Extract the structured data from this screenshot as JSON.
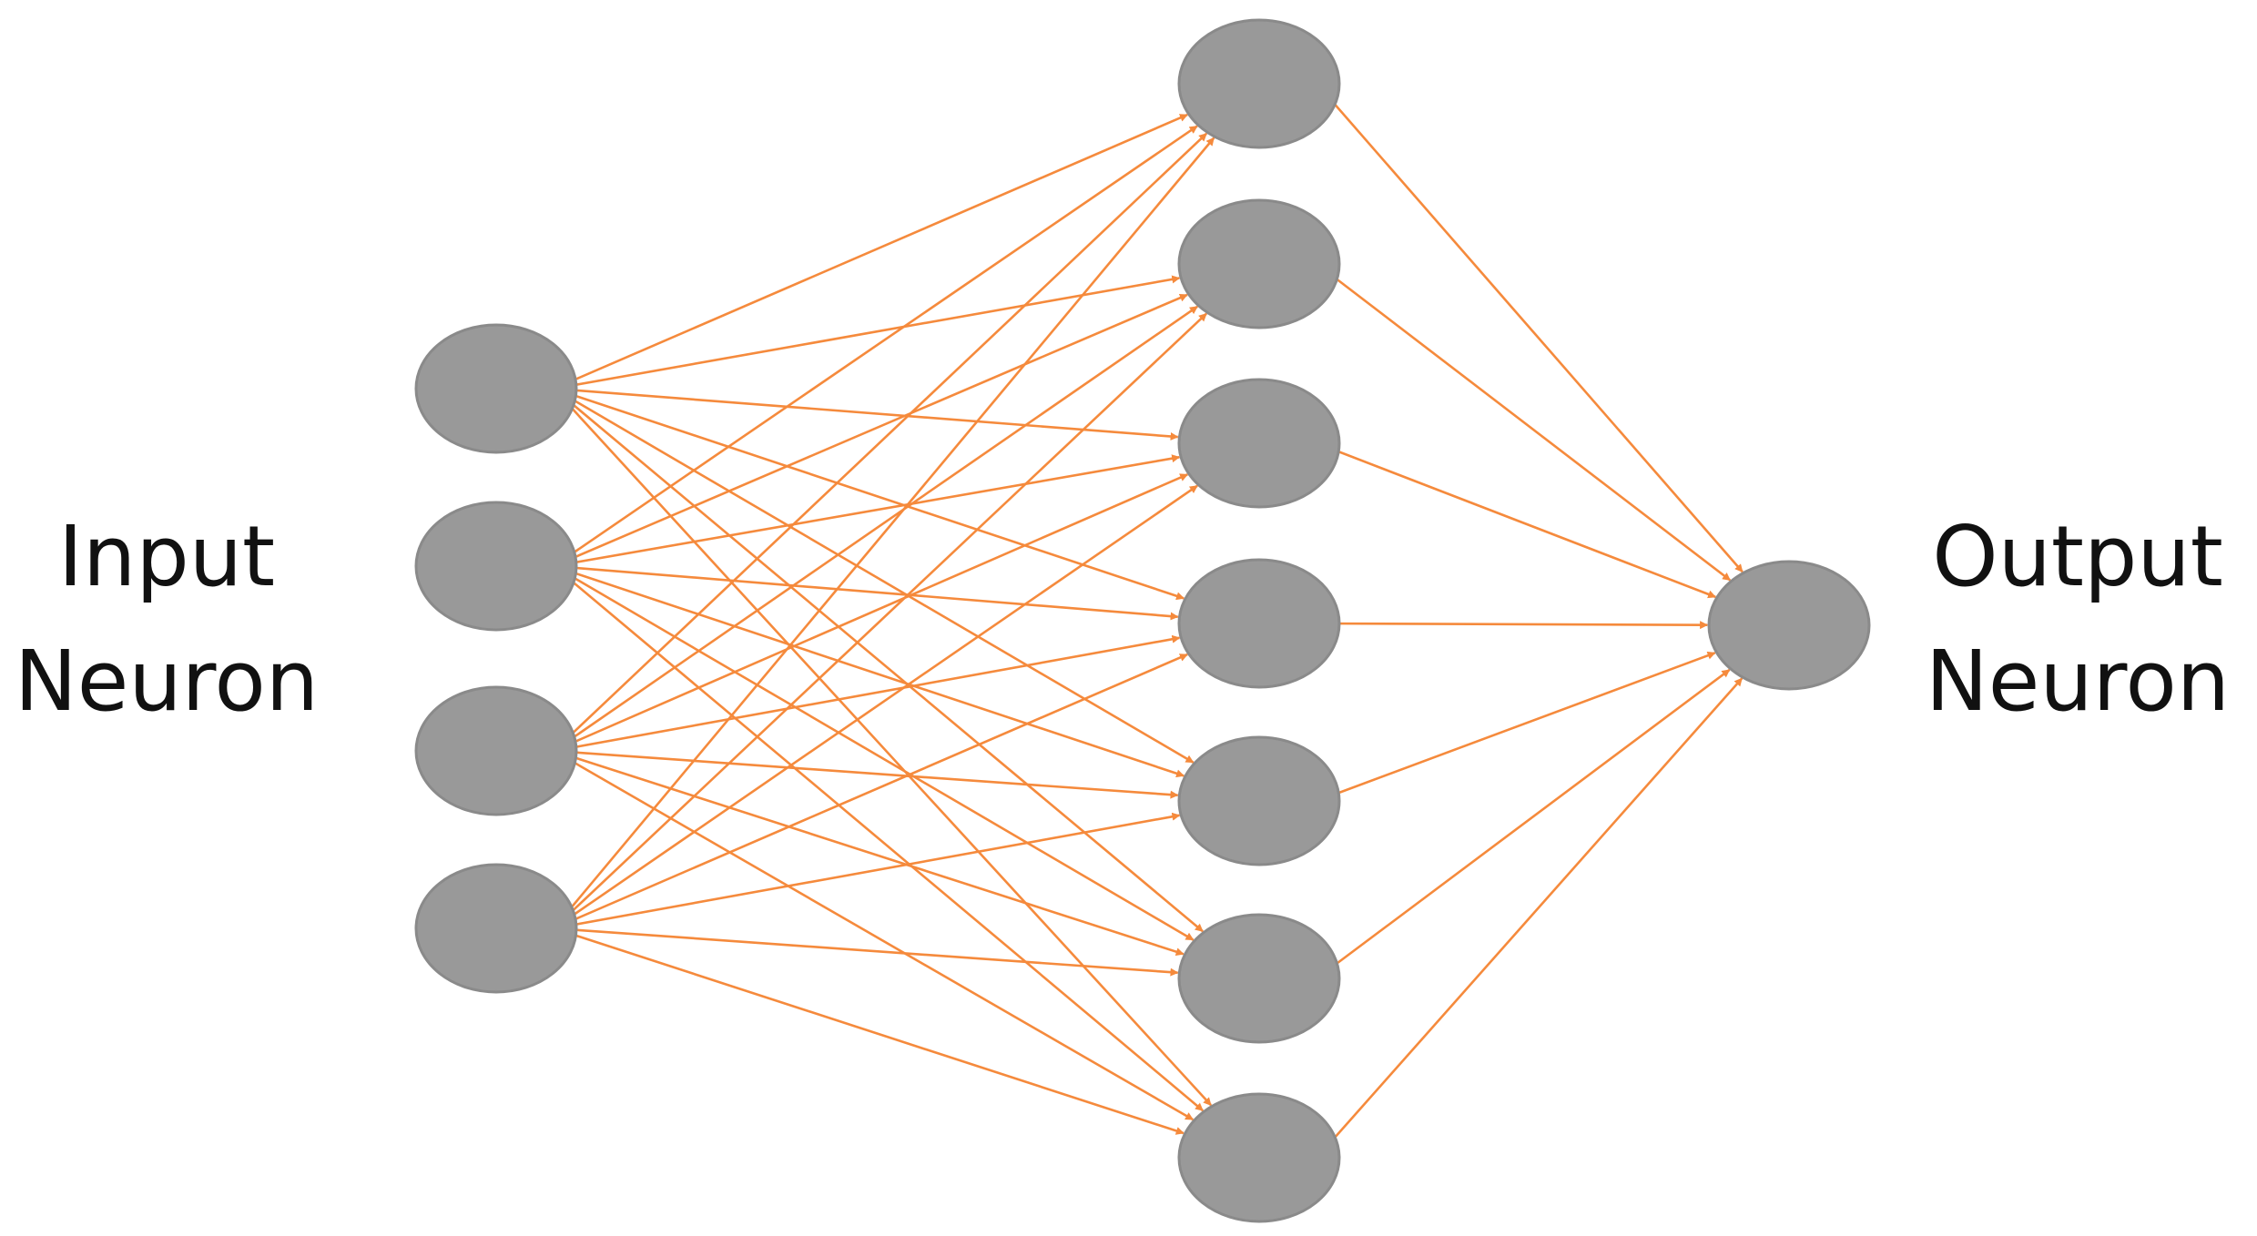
{
  "labels": {
    "input_line1": "Input",
    "input_line2": "Neuron",
    "output_line1": "Output",
    "output_line2": "Neuron"
  },
  "network": {
    "layer_sizes": [
      4,
      7,
      1
    ],
    "connectivity": "fully-connected",
    "direction": "left-to-right",
    "arrowheads": true
  },
  "colors": {
    "neuron_fill": "#999999",
    "neuron_stroke": "#8a8a8a",
    "edge": "#f58a3c",
    "text": "#111111",
    "background": "#ffffff"
  }
}
